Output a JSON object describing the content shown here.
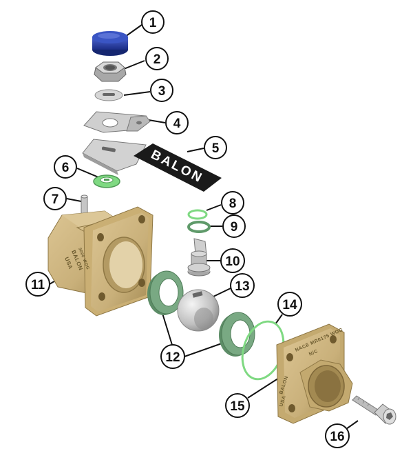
{
  "diagram": {
    "brand_tag": "BALON",
    "body_markings": [
      "USA",
      "BALON",
      "3000 WOG"
    ],
    "flange_markings": [
      "NACE MR0175 WOG",
      "N/C",
      "BALON",
      "USA"
    ],
    "callouts": [
      "1",
      "2",
      "3",
      "4",
      "5",
      "6",
      "7",
      "8",
      "9",
      "10",
      "11",
      "12",
      "13",
      "14",
      "15",
      "16"
    ],
    "colors": {
      "brass": "#c9b07a",
      "brass_dark": "#a58c55",
      "cap_blue": "#23389c",
      "green_seal": "#6e9b78",
      "green_oring": "#83d58a",
      "steel": "#c9c9c9",
      "tag_black": "#1a1a1a"
    }
  }
}
